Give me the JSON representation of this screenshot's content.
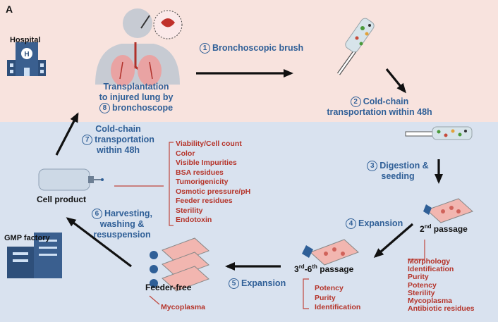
{
  "panel_label": "A",
  "colors": {
    "top_bg": "#f8e3de",
    "bottom_bg": "#d9e2ef",
    "blue_text": "#2f5f97",
    "red_text": "#b5342a"
  },
  "hospital_label": "Hospital",
  "gmp_label": "GMP factory",
  "steps": [
    {
      "n": "1",
      "text": "Bronchoscopic brush"
    },
    {
      "n": "2",
      "line1": "Cold-chain",
      "line2": "transportation within 48h"
    },
    {
      "n": "3",
      "line1": "Digestion &",
      "line2": "seeding"
    },
    {
      "n": "4",
      "text": "Expansion"
    },
    {
      "n": "5",
      "text": "Expansion"
    },
    {
      "n": "6",
      "line1": "Harvesting,",
      "line2": "washing &",
      "line3": "resuspension"
    },
    {
      "n": "7",
      "line1": "Cold-chain",
      "line2": "transportation",
      "line3": "within 48h"
    },
    {
      "n": "8",
      "line1": "Transplantation",
      "line2": "to injured lung by",
      "line3": "bronchoscope"
    }
  ],
  "cell_product_label": "Cell product",
  "second_passage": {
    "prefix": "2",
    "sup": "nd",
    "suffix": " passage"
  },
  "third_sixth_passage": {
    "a": "3",
    "sup1": "rd",
    "dash": "-6",
    "sup2": "th",
    "suffix": " passage"
  },
  "feeder_free_label": "Feeder-free",
  "cell_product_tests": [
    "Viability/Cell count",
    "Color",
    "Visible Impurities",
    "BSA residues",
    "Tumorigenicity",
    "Osmotic pressure/pH",
    "Feeder residues",
    "Sterility",
    "Endotoxin"
  ],
  "second_passage_tests": [
    "Morphology",
    "Identification",
    "Purity",
    "Potency",
    "Sterility",
    "Mycoplasma",
    "Antibiotic residues"
  ],
  "third_sixth_tests": [
    "Potency",
    "Purity",
    "Identification"
  ],
  "feeder_free_tests": [
    "Mycoplasma"
  ]
}
